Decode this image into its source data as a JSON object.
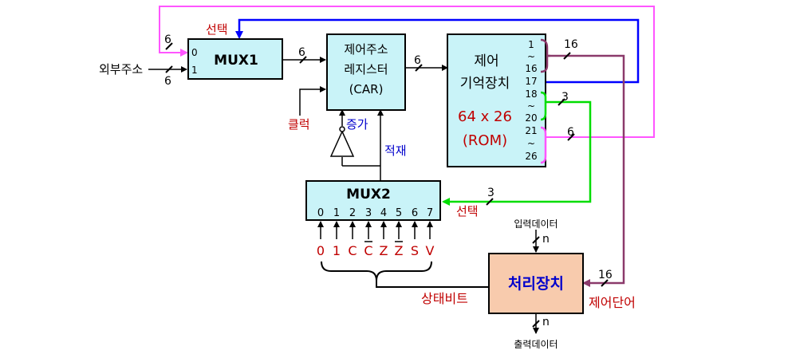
{
  "mux1": {
    "label": "MUX1",
    "in0": "0",
    "in1": "1"
  },
  "external_address": "외부주소",
  "car": {
    "line1": "제어주소",
    "line2": "레지스터",
    "line3": "(CAR)"
  },
  "rom": {
    "line1": "제어",
    "line2": "기억장치",
    "line3": "64 x 26",
    "line4": "(ROM)"
  },
  "rom_bits": [
    "1",
    "~",
    "16",
    "17",
    "18",
    "~",
    "20",
    "21",
    "~",
    "26"
  ],
  "mux2": {
    "label": "MUX2",
    "inputs": [
      "0",
      "1",
      "2",
      "3",
      "4",
      "5",
      "6",
      "7"
    ]
  },
  "status_labels": [
    "0",
    "1",
    "C",
    "C",
    "Z",
    "Z",
    "S",
    "V"
  ],
  "processor": "처리장치",
  "labels": {
    "select_top": "선택",
    "select_mux2": "선택",
    "clock": "클럭",
    "increment": "증가",
    "load": "적재",
    "status_bits": "상태비트",
    "input_data": "입력데이터",
    "output_data": "출력데이터",
    "control_word": "제어단어"
  },
  "bus_widths": {
    "ext_to_mux1": "6",
    "feedback_to_mux1": "6",
    "mux1_to_car": "6",
    "car_to_rom": "6",
    "rom_1_16": "16",
    "rom_18_20": "3",
    "rom_21_26": "6",
    "mux2_select": "3",
    "control_word": "16",
    "input_n": "n",
    "output_n": "n"
  },
  "colors": {
    "block_fill": "#c9f3f8",
    "processor_fill": "#f8cbad",
    "pink": "#ff55ff",
    "blue": "#0000ff",
    "green": "#00dd00",
    "purple": "#8b3a6b",
    "red_text": "#c00000",
    "blue_text": "#0000cc"
  }
}
